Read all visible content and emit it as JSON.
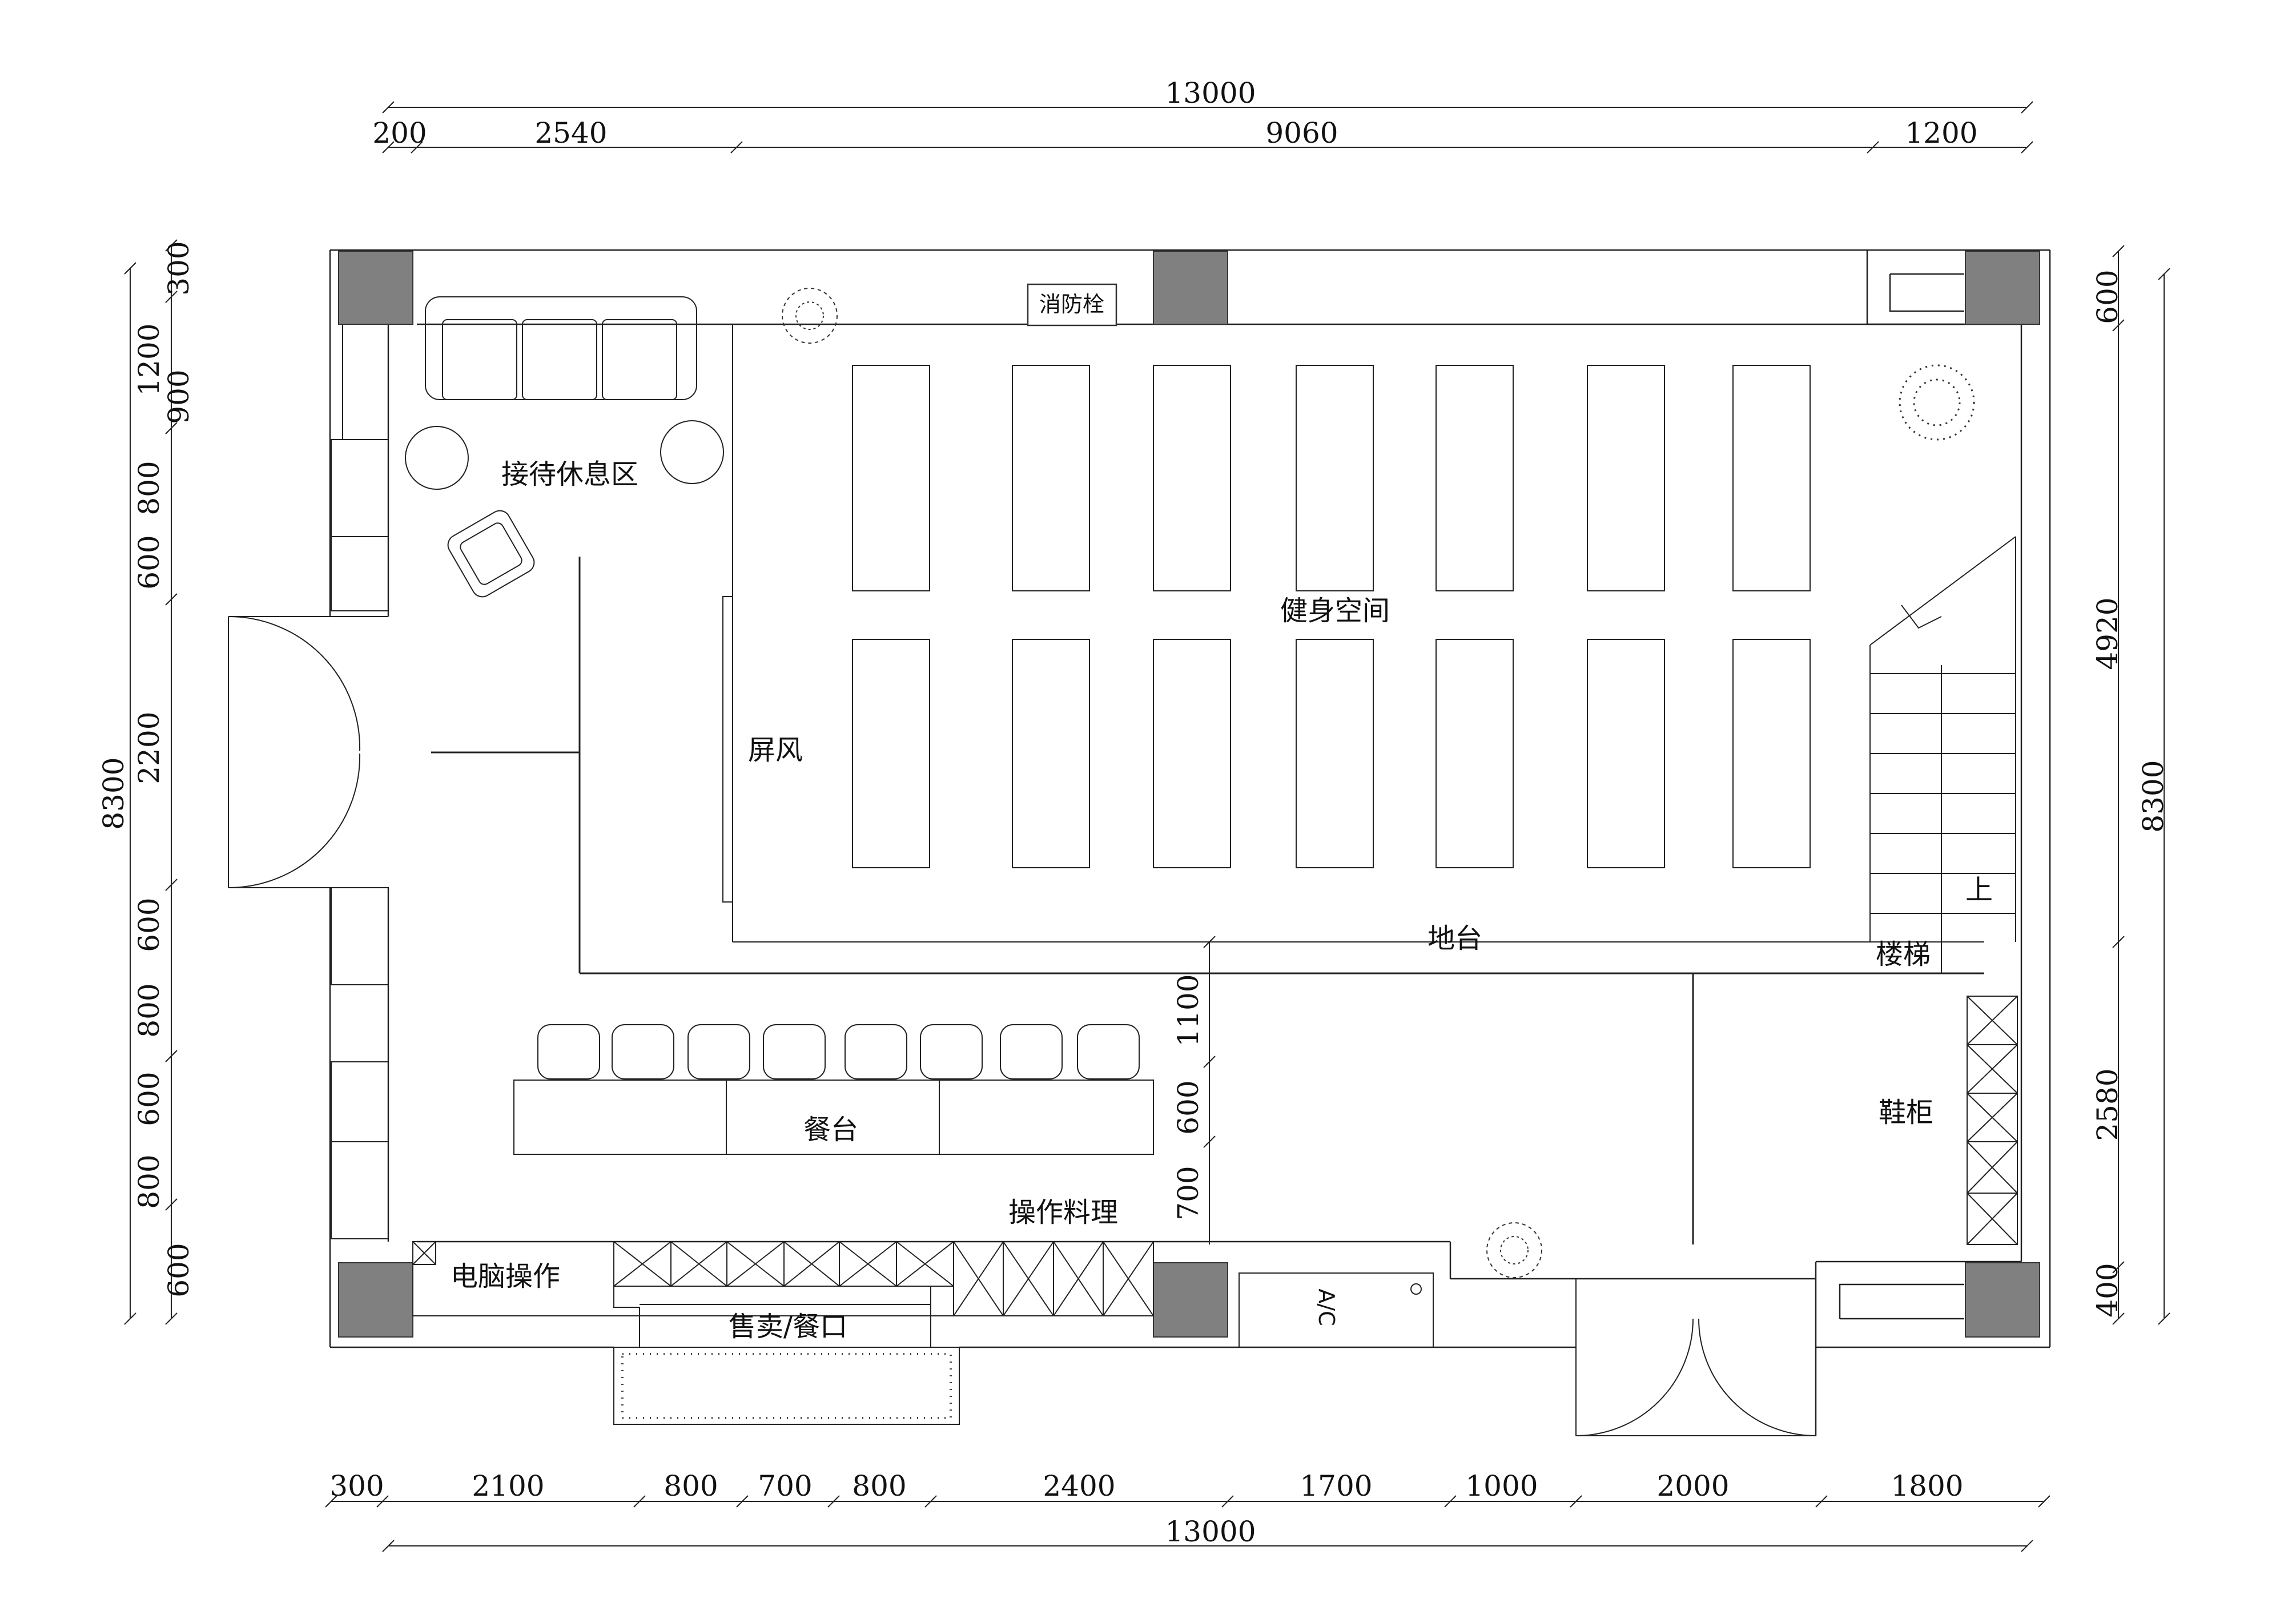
{
  "dims": {
    "top_total": "13000",
    "top": [
      "200",
      "2540",
      "9060",
      "1200"
    ],
    "bottom": [
      "300",
      "2100",
      "800",
      "700",
      "800",
      "2400",
      "1700",
      "1000",
      "2000",
      "1800"
    ],
    "bottom_total": "13000",
    "left_total": "8300",
    "left": [
      "300",
      "1200",
      "900",
      "800",
      "600",
      "2200",
      "600",
      "800",
      "600",
      "800",
      "600"
    ],
    "right": [
      "600",
      "4920",
      "2580",
      "400"
    ],
    "right_total": "8300",
    "inner": [
      "1100",
      "600",
      "700"
    ]
  },
  "labels": {
    "reception": "接待休息区",
    "fitness": "健身空间",
    "screen": "屏风",
    "platform": "地台",
    "stairs": "楼梯",
    "stair_up": "上",
    "shoe_cabinet": "鞋柜",
    "dining_counter": "餐台",
    "prep": "操作料理",
    "computer": "电脑操作",
    "sale_window": "售卖/餐口",
    "hydrant": "消防栓",
    "ac": "A/C"
  },
  "colors": {
    "column": "#808080",
    "line": "#222222"
  }
}
